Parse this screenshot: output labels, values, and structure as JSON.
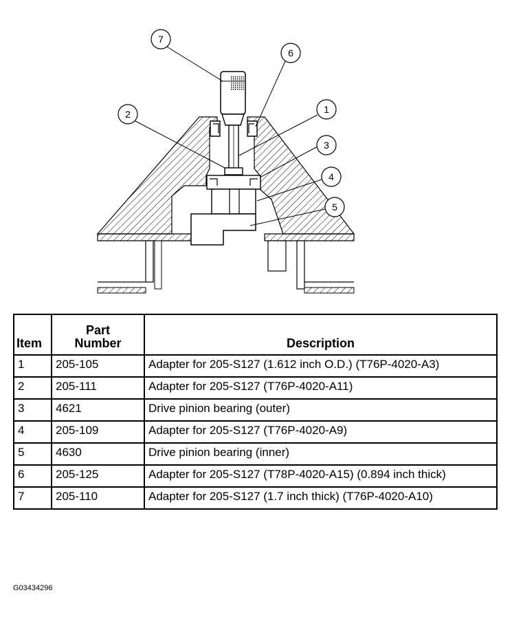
{
  "callouts": [
    "1",
    "2",
    "3",
    "4",
    "5",
    "6",
    "7"
  ],
  "table": {
    "headers": {
      "item": "Item",
      "part_number": "Part\nNumber",
      "description": "Description"
    },
    "rows": [
      {
        "item": "1",
        "part": "205-105",
        "desc": "Adapter for 205-S127 (1.612 inch O.D.) (T76P-4020-A3)"
      },
      {
        "item": "2",
        "part": "205-111",
        "desc": "Adapter for 205-S127 (T76P-4020-A11)"
      },
      {
        "item": "3",
        "part": "4621",
        "desc": "Drive pinion bearing (outer)"
      },
      {
        "item": "4",
        "part": "205-109",
        "desc": "Adapter for 205-S127 (T76P-4020-A9)"
      },
      {
        "item": "5",
        "part": "4630",
        "desc": "Drive pinion bearing (inner)"
      },
      {
        "item": "6",
        "part": "205-125",
        "desc": "Adapter for 205-S127 (T78P-4020-A15) (0.894 inch thick)"
      },
      {
        "item": "7",
        "part": "205-110",
        "desc": "Adapter for 205-S127 (1.7 inch thick) (T76P-4020-A10)"
      }
    ]
  },
  "figure_id": "G03434296"
}
